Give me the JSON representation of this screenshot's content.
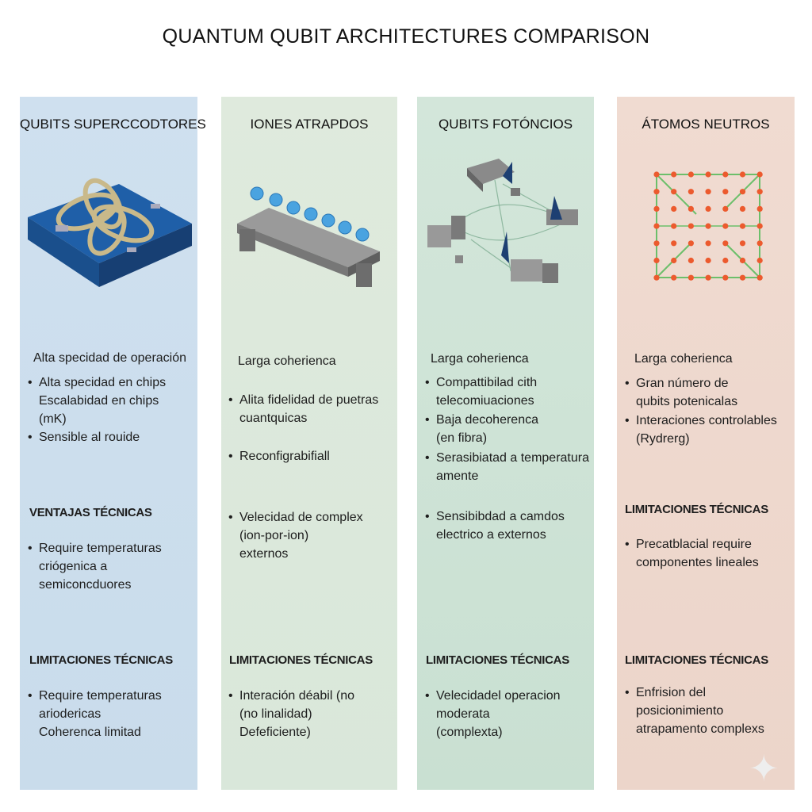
{
  "title": "QUANTUM QUBIT ARCHITECTURES COMPARISON",
  "columns": [
    {
      "header": "QUBITS SUPERCCODTORES",
      "color": "#cfe0ef",
      "intro": "Alta specidad de operación",
      "bullets": [
        "Alta specidad en chips\nEscalabidad en chips\n(mK)",
        "Sensible al rouide"
      ],
      "section_heading": "VENTAJAS TÉCNICAS",
      "section_bullets": [
        "Require temperaturas\ncriógenica a\nsemiconcduores"
      ],
      "limits_heading": "LIMITACIONES TÉCNICAS",
      "limits_bullets": [
        "Require temperaturas\nariodericas\nCoherenca limitad"
      ]
    },
    {
      "header": "IONES ATRAPDOS",
      "color": "#dfeadd",
      "intro": "Larga coherienca",
      "bullets": [
        "Alita fidelidad de puetras\ncuantquicas",
        "Reconfigrabifiall",
        "Velecidad de complex\n(ion-por-ion)\nexternos"
      ],
      "limits_heading": "LIMITACIONES TÉCNICAS",
      "limits_bullets": [
        "Interación déabil (no\n(no linalidad)\nDefeficiente)"
      ]
    },
    {
      "header": "QUBITS FOTÓNCIOS",
      "color": "#d3e6da",
      "intro": "Larga coherienca",
      "bullets": [
        "Compattibilad cith\ntelecomiuaciones",
        "Baja decoherenca\n(en fibra)",
        "Serasibiatad a temperatura\namente",
        "Sensibibdad a camdos\nelectrico a externos"
      ],
      "limits_heading": "LIMITACIONES TÉCNICAS",
      "limits_bullets": [
        "Velecidadel operacion\nmoderata\n(complexta)"
      ]
    },
    {
      "header": "ÁTOMOS NEUTROS",
      "color": "#f0dbd1",
      "intro": "Larga coherienca",
      "bullets": [
        "Gran número de\nqubits potenicalas",
        "Interaciones controlables\n(Rydrerg)"
      ],
      "section_heading": "LIMITACIONES TÉCNICAS",
      "section_bullets": [
        "Precatblacial require\ncomponentes lineales"
      ],
      "limits_heading": "LIMITACIONES TÉCNICAS",
      "limits_bullets": [
        "Enfrision del\nposicionimiento\natrapamento complexs"
      ]
    }
  ]
}
